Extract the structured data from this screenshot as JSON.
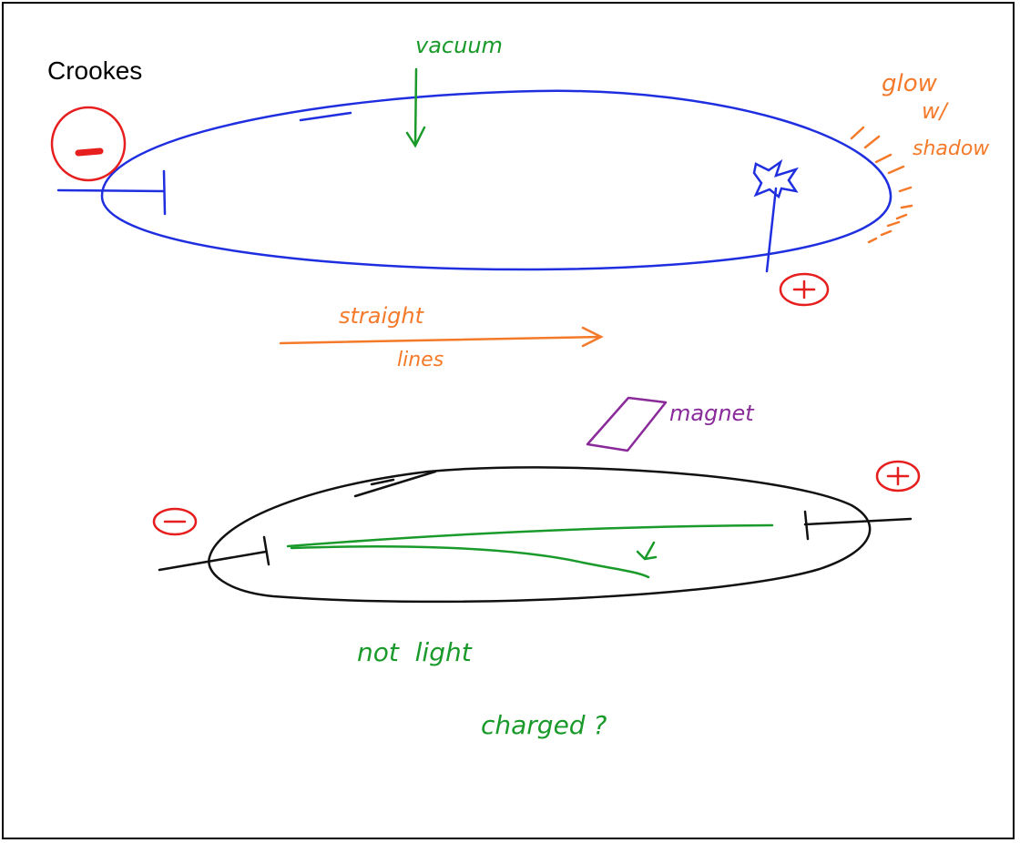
{
  "title": "Crookes",
  "colors": {
    "tube1": "#1f2fe0",
    "tube2": "#111111",
    "cathode_mark": "#e61e1e",
    "green": "#1a9a2a",
    "orange": "#f47a2a",
    "purple": "#8a2a9a"
  },
  "annotations": {
    "vacuum": "vacuum",
    "glow_line1": "glow",
    "glow_line2": "w/",
    "glow_line3": "shadow",
    "straight": "straight",
    "lines": "lines",
    "magnet": "magnet",
    "not_light": "not  light",
    "charged": "charged ?"
  },
  "symbols": {
    "minus_top": "−",
    "plus_top": "+",
    "minus_bottom": "−",
    "plus_bottom": "+"
  }
}
